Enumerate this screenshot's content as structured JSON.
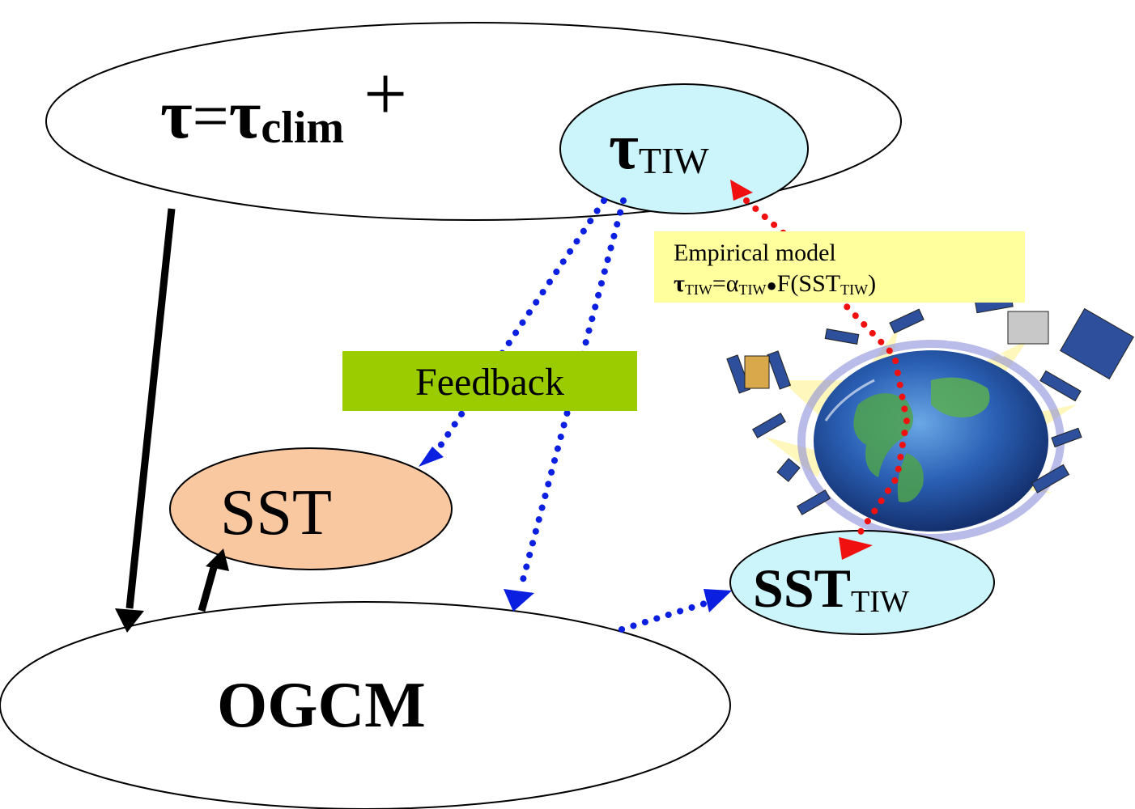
{
  "nodes": {
    "forcing_equation": {
      "tau": "τ",
      "equals": "=",
      "tau_clim": "τ",
      "clim_sub": "clim",
      "plus": "+"
    },
    "tau_tiw": {
      "tau": "τ",
      "sub": "TIW"
    },
    "sst": {
      "label": "SST"
    },
    "sst_tiw": {
      "label": "SST",
      "sub": "TIW"
    },
    "ogcm": {
      "label": "OGCM"
    }
  },
  "feedback_label": "Feedback",
  "empirical_model": {
    "title": "Empirical model",
    "formula": {
      "lhs": "τ",
      "lhs_sub": "TIW",
      "eq": "=",
      "alpha": "α",
      "alpha_sub": "TIW",
      "dot": "●",
      "func_open": "F(SST",
      "func_sub": "TIW",
      "func_close": ")"
    }
  },
  "colors": {
    "sst_fill": "#fac8a0",
    "tiw_fill": "#ccf5fb",
    "feedback_fill": "#9acc00",
    "empirical_fill": "#ffff9e",
    "blue_dots": "#0b1fe0",
    "red_dots": "#f01010",
    "outline": "#000000"
  },
  "image": {
    "name": "earth-satellites-illustration"
  }
}
